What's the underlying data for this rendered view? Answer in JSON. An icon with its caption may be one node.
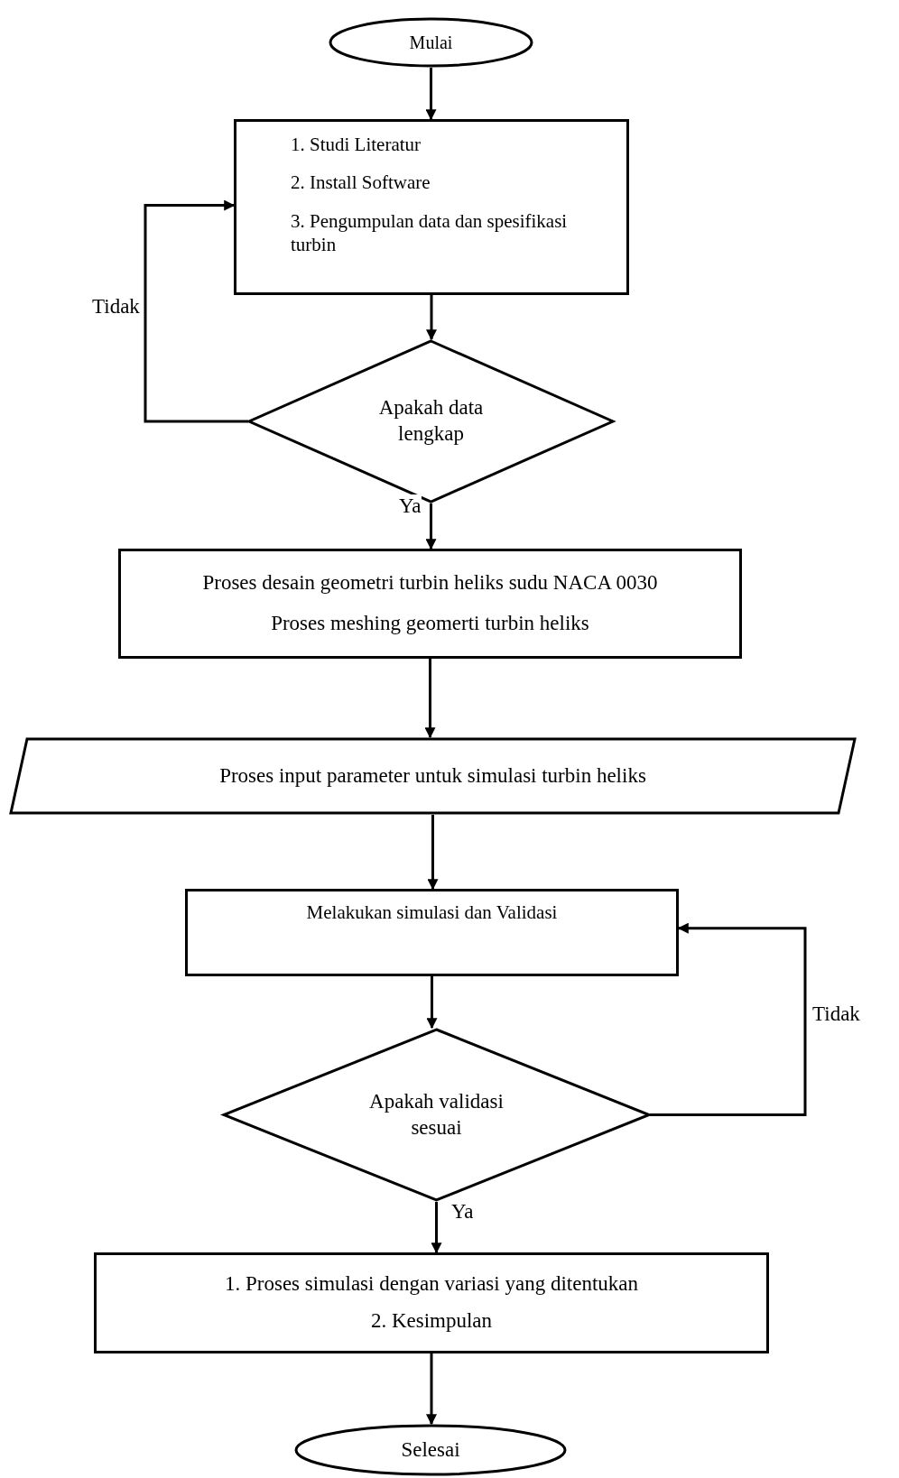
{
  "diagram": {
    "nodes": [
      {
        "text": [
          "Mulai"
        ]
      },
      {
        "text": [
          "1. Studi Literatur",
          "2. Install Software",
          "3. Pengumpulan data dan spesifikasi turbin"
        ]
      },
      {
        "text": [
          "Apakah data lengkap"
        ]
      },
      {
        "text": [
          "Proses desain geometri turbin heliks sudu NACA 0030",
          "Proses meshing geomerti turbin heliks"
        ]
      },
      {
        "text": [
          "Proses input parameter untuk simulasi turbin heliks"
        ]
      },
      {
        "text": [
          "Melakukan simulasi dan Validasi"
        ]
      },
      {
        "text": [
          "Apakah validasi sesuai"
        ]
      },
      {
        "text": [
          "1. Proses simulasi dengan variasi yang ditentukan",
          "2. Kesimpulan"
        ]
      },
      {
        "text": [
          "Selesai"
        ]
      }
    ],
    "edges": [
      {
        "from": 0,
        "to": 1,
        "arrow": "to"
      },
      {
        "from": 1,
        "to": 2,
        "arrow": "to"
      },
      {
        "from": 2,
        "to": 1,
        "arrow": "to",
        "label": "Tidak"
      },
      {
        "from": 2,
        "to": 3,
        "arrow": "to",
        "label": "Ya"
      },
      {
        "from": 3,
        "to": 4,
        "arrow": "to"
      },
      {
        "from": 4,
        "to": 5,
        "arrow": "to"
      },
      {
        "from": 5,
        "to": 6,
        "arrow": "to"
      },
      {
        "from": 6,
        "to": 5,
        "arrow": "to",
        "label": "Tidak"
      },
      {
        "from": 6,
        "to": 7,
        "arrow": "to",
        "label": "Ya"
      },
      {
        "from": 7,
        "to": 8,
        "arrow": "to"
      }
    ]
  }
}
